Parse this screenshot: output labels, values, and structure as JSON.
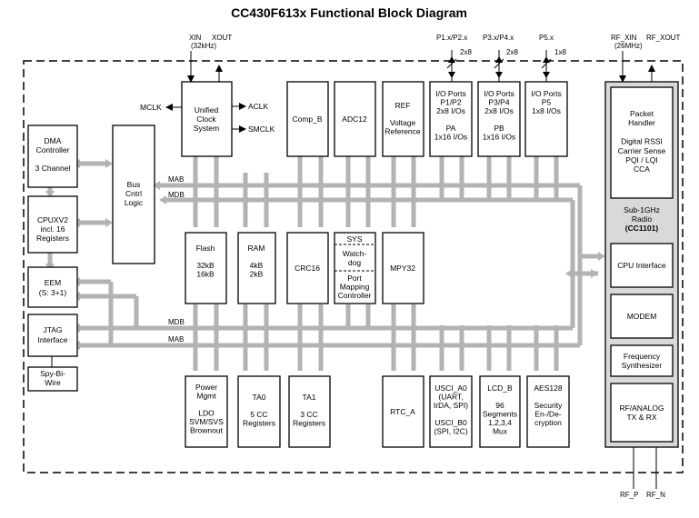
{
  "title": "CC430F613x Functional Block Diagram",
  "clock_pins": {
    "xin": "XIN",
    "xin_freq": "(32kHz)",
    "xout": "XOUT"
  },
  "port_pins": {
    "p12": "P1.x/P2.x",
    "p12_width": "2x8",
    "p34": "P3.x/P4.x",
    "p34_width": "2x8",
    "p5": "P5.x",
    "p5_width": "1x8"
  },
  "rf_pins": {
    "rf_xin": "RF_XIN",
    "rf_freq": "(26MHz)",
    "rf_xout": "RF_XOUT",
    "rf_p": "RF_P",
    "rf_n": "RF_N"
  },
  "signals": {
    "mclk": "MCLK",
    "aclk": "ACLK",
    "smclk": "SMCLK",
    "mab": "MAB",
    "mdb": "MDB"
  },
  "blocks": {
    "clock": [
      "Unified",
      "Clock",
      "System"
    ],
    "dma": [
      "DMA",
      "Controller",
      "",
      "3 Channel"
    ],
    "cpu": [
      "CPUXV2",
      "incl. 16",
      "Registers"
    ],
    "eem": [
      "EEM",
      "(S: 3+1)"
    ],
    "jtag": [
      "JTAG",
      "Interface"
    ],
    "spy": [
      "Spy-Bi-",
      "Wire"
    ],
    "bus_ctrl": [
      "Bus",
      "Cntrl",
      "Logic"
    ],
    "comp": [
      "Comp_B"
    ],
    "adc": [
      "ADC12"
    ],
    "ref": [
      "REF",
      "",
      "Voltage",
      "Reference"
    ],
    "io12": [
      "I/O Ports",
      "P1/P2",
      "2x8 I/Os",
      "",
      "PA",
      "1x16 I/Os"
    ],
    "io34": [
      "I/O Ports",
      "P3/P4",
      "2x8 I/Os",
      "",
      "PB",
      "1x16 I/Os"
    ],
    "io5": [
      "I/O Ports",
      "P5",
      "1x8 I/Os"
    ],
    "flash": [
      "Flash",
      "",
      "32kB",
      "16kB"
    ],
    "ram": [
      "RAM",
      "",
      "4kB",
      "2kB"
    ],
    "crc": [
      "CRC16"
    ],
    "sys": [
      "SYS"
    ],
    "wdog": [
      "Watch-",
      "dog"
    ],
    "pmap": [
      "Port",
      "Mapping",
      "Controller"
    ],
    "mpy": [
      "MPY32"
    ],
    "pmm": [
      "Power",
      "Mgmt",
      "",
      "LDO",
      "SVM/SVS",
      "Brownout"
    ],
    "ta0": [
      "TA0",
      "",
      "5 CC",
      "Registers"
    ],
    "ta1": [
      "TA1",
      "",
      "3 CC",
      "Registers"
    ],
    "rtc": [
      "RTC_A"
    ],
    "usci": [
      "USCI_A0",
      "(UART,",
      "IrDA, SPI)",
      "",
      "USCI_B0",
      "(SPI, I2C)"
    ],
    "lcd": [
      "LCD_B",
      "",
      "96",
      "Segments",
      "1,2,3,4",
      "Mux"
    ],
    "aes": [
      "AES128",
      "",
      "Security",
      "En-/De-",
      "cryption"
    ],
    "packet": [
      "Packet",
      "Handler",
      "",
      "Digital RSSI",
      "Carrier Sense",
      "PQI / LQI",
      "CCA"
    ],
    "radio": [
      "Sub-1GHz",
      "Radio",
      "(CC1101)"
    ],
    "cpu_if": [
      "CPU Interface"
    ],
    "modem": [
      "MODEM"
    ],
    "synth": [
      "Frequency",
      "Synthesizer"
    ],
    "rfana": [
      "RF/ANALOG",
      "TX & RX"
    ]
  }
}
